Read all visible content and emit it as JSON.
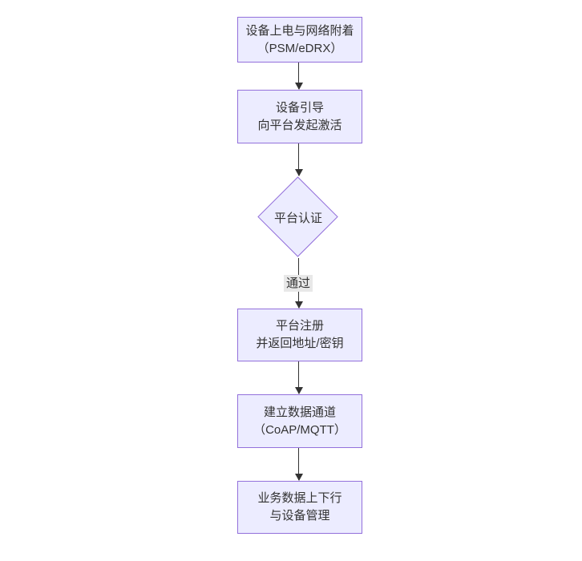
{
  "diagram": {
    "type": "flowchart-top-down",
    "nodes": [
      {
        "id": "power-attach",
        "shape": "rect",
        "lines": [
          "设备上电与网络附着",
          "（PSM/eDRX）"
        ]
      },
      {
        "id": "bootstrap",
        "shape": "rect",
        "lines": [
          "设备引导",
          "向平台发起激活"
        ]
      },
      {
        "id": "platform-auth",
        "shape": "diamond",
        "lines": [
          "平台认证"
        ]
      },
      {
        "id": "register",
        "shape": "rect",
        "lines": [
          "平台注册",
          "并返回地址/密钥"
        ]
      },
      {
        "id": "data-channel",
        "shape": "rect",
        "lines": [
          "建立数据通道",
          "（CoAP/MQTT）"
        ]
      },
      {
        "id": "business",
        "shape": "rect",
        "lines": [
          "业务数据上下行",
          "与设备管理"
        ]
      }
    ],
    "edges": [
      {
        "from": "power-attach",
        "to": "bootstrap"
      },
      {
        "from": "bootstrap",
        "to": "platform-auth"
      },
      {
        "from": "platform-auth",
        "to": "register",
        "label": "通过"
      },
      {
        "from": "register",
        "to": "data-channel"
      },
      {
        "from": "data-channel",
        "to": "business"
      }
    ],
    "colors": {
      "node_fill": "#ECECFF",
      "node_border": "#9370DB",
      "text": "#333333",
      "arrow": "#333333",
      "edge_label_bg": "#e8e8e8",
      "background": "#ffffff"
    }
  }
}
